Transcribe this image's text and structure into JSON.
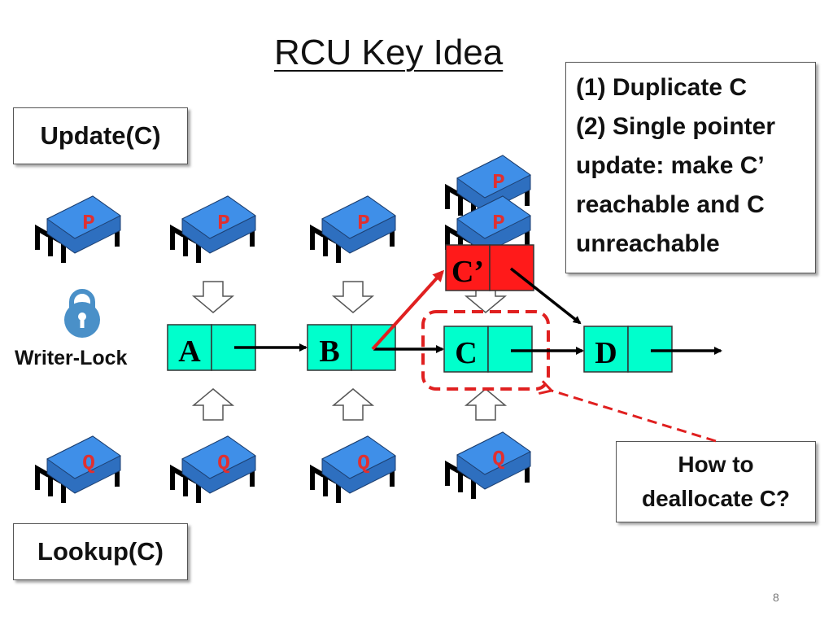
{
  "title": "RCU Key Idea",
  "update_label": "Update(C)",
  "lookup_label": "Lookup(C)",
  "writer_lock_label": "Writer-Lock",
  "notes": {
    "line1": "(1)  Duplicate C",
    "line2": "(2) Single pointer",
    "line3": "update: make C’",
    "line4": "reachable and C",
    "line5": "unreachable"
  },
  "question": {
    "line1": "How to",
    "line2": "deallocate C?"
  },
  "nodes": {
    "a": "A",
    "b": "B",
    "c": "C",
    "d": "D",
    "c_prime": "C’"
  },
  "cpu_p_label": "P",
  "cpu_q_label": "Q",
  "page_number": "8",
  "colors": {
    "node_fill": "#00FFCC",
    "new_node_fill": "#FF1A1A",
    "cpu_fill": "#3F8FE8",
    "cpu_label": "#E03030",
    "lock": "#4A90C8",
    "dashed": "#E02020"
  },
  "icons": {
    "processor": "cpu-chip-icon",
    "lock": "padlock-icon"
  }
}
